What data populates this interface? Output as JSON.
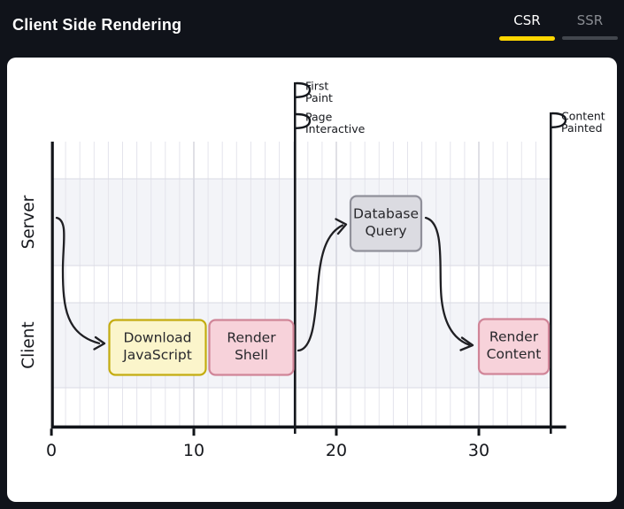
{
  "header": {
    "title": "Client Side Rendering",
    "accent_color": "#FFD600",
    "tabs": [
      {
        "label": "CSR",
        "active": true
      },
      {
        "label": "SSR",
        "active": false
      }
    ]
  },
  "chart": {
    "type": "timeline",
    "x_axis": {
      "ticks": [
        "0",
        "10",
        "20",
        "30"
      ],
      "range": [
        0,
        36
      ]
    },
    "lanes": [
      {
        "label": "Server"
      },
      {
        "label": "Client"
      }
    ],
    "milestones": [
      {
        "line1": "First",
        "line2": "Paint",
        "time": 17
      },
      {
        "line1": "Page",
        "line2": "Interactive",
        "time": 17
      },
      {
        "line1": "Content",
        "line2": "Painted",
        "time": 35
      }
    ],
    "tasks": [
      {
        "line1": "Download",
        "line2": "JavaScript",
        "lane": "Client",
        "start": 4,
        "end": 11,
        "colors": {
          "fill": "#FBF5CB",
          "stroke": "#C4AC10"
        }
      },
      {
        "line1": "Render",
        "line2": "Shell",
        "lane": "Client",
        "start": 11,
        "end": 17,
        "colors": {
          "fill": "#F7D2DA",
          "stroke": "#D08598"
        }
      },
      {
        "line1": "Database",
        "line2": "Query",
        "lane": "Server",
        "start": 21,
        "end": 26,
        "colors": {
          "fill": "#DBDBE1",
          "stroke": "#90909A"
        }
      },
      {
        "line1": "Render",
        "line2": "Content",
        "lane": "Client",
        "start": 30,
        "end": 35,
        "colors": {
          "fill": "#F7D2DA",
          "stroke": "#D08598"
        }
      }
    ]
  }
}
